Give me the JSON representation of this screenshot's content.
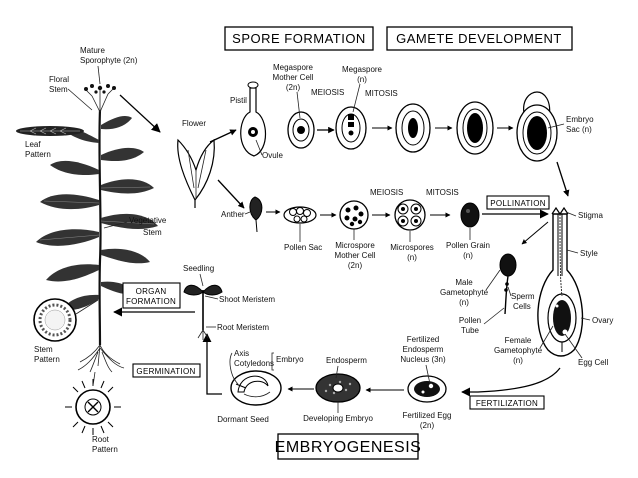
{
  "headers": {
    "spore_formation": "SPORE FORMATION",
    "gamete_development": "GAMETE DEVELOPMENT",
    "embryogenesis": "EMBRYOGENESIS"
  },
  "stage_boxes": {
    "pollination": "POLLINATION",
    "fertilization": "FERTILIZATION",
    "germination": "GERMINATION",
    "organ_formation_line1": "ORGAN",
    "organ_formation_line2": "FORMATION"
  },
  "plant": {
    "mature_sporophyte_line1": "Mature",
    "mature_sporophyte_line2": "Sporophyte (2n)",
    "floral_stem_line1": "Floral",
    "floral_stem_line2": "Stem",
    "leaf_pattern_line1": "Leaf",
    "leaf_pattern_line2": "Pattern",
    "vegetative_stem_line1": "Vegetative",
    "vegetative_stem_line2": "Stem",
    "stem_pattern_line1": "Stem",
    "stem_pattern_line2": "Pattern",
    "root_pattern_line1": "Root",
    "root_pattern_line2": "Pattern"
  },
  "flower": {
    "flower": "Flower",
    "pistil": "Pistil",
    "ovule": "Ovule",
    "anther": "Anther"
  },
  "female_row": {
    "megaspore_mother_cell_line1": "Megaspore",
    "megaspore_mother_cell_line2": "Mother Cell",
    "megaspore_mother_cell_line3": "(2n)",
    "meiosis": "MEIOSIS",
    "megaspore_line1": "Megaspore",
    "megaspore_line2": "(n)",
    "mitosis": "MITOSIS",
    "embryo_sac_line1": "Embryo",
    "embryo_sac_line2": "Sac (n)"
  },
  "male_row": {
    "pollen_sac": "Pollen Sac",
    "meiosis": "MEIOSIS",
    "mitosis": "MITOSIS",
    "microspore_mother_cell_line1": "Microspore",
    "microspore_mother_cell_line2": "Mother Cell",
    "microspore_mother_cell_line3": "(2n)",
    "microspores_line1": "Microspores",
    "microspores_line2": "(n)",
    "pollen_grain_line1": "Pollen Grain",
    "pollen_grain_line2": "(n)"
  },
  "pistil_detail": {
    "stigma": "Stigma",
    "style": "Style",
    "ovary": "Ovary",
    "egg_cell": "Egg Cell",
    "female_gametophyte_line1": "Female",
    "female_gametophyte_line2": "Gametophyte",
    "female_gametophyte_line3": "(n)",
    "male_gametophyte_line1": "Male",
    "male_gametophyte_line2": "Gametophyte",
    "male_gametophyte_line3": "(n)",
    "sperm_cells_line1": "Sperm",
    "sperm_cells_line2": "Cells",
    "pollen_tube_line1": "Pollen",
    "pollen_tube_line2": "Tube"
  },
  "embryo_row": {
    "fertilized_endosperm_line1": "Fertilized",
    "fertilized_endosperm_line2": "Endosperm",
    "fertilized_endosperm_line3": "Nucleus (3n)",
    "fertilized_egg_line1": "Fertilized Egg",
    "fertilized_egg_line2": "(2n)",
    "endosperm": "Endosperm",
    "developing_embryo": "Developing Embryo",
    "axis": "Axis",
    "cotyledons": "Cotyledons",
    "embryo": "Embryo",
    "dormant_seed": "Dormant Seed",
    "seedling": "Seedling",
    "shoot_meristem": "Shoot Meristem",
    "root_meristem": "Root Meristem"
  }
}
